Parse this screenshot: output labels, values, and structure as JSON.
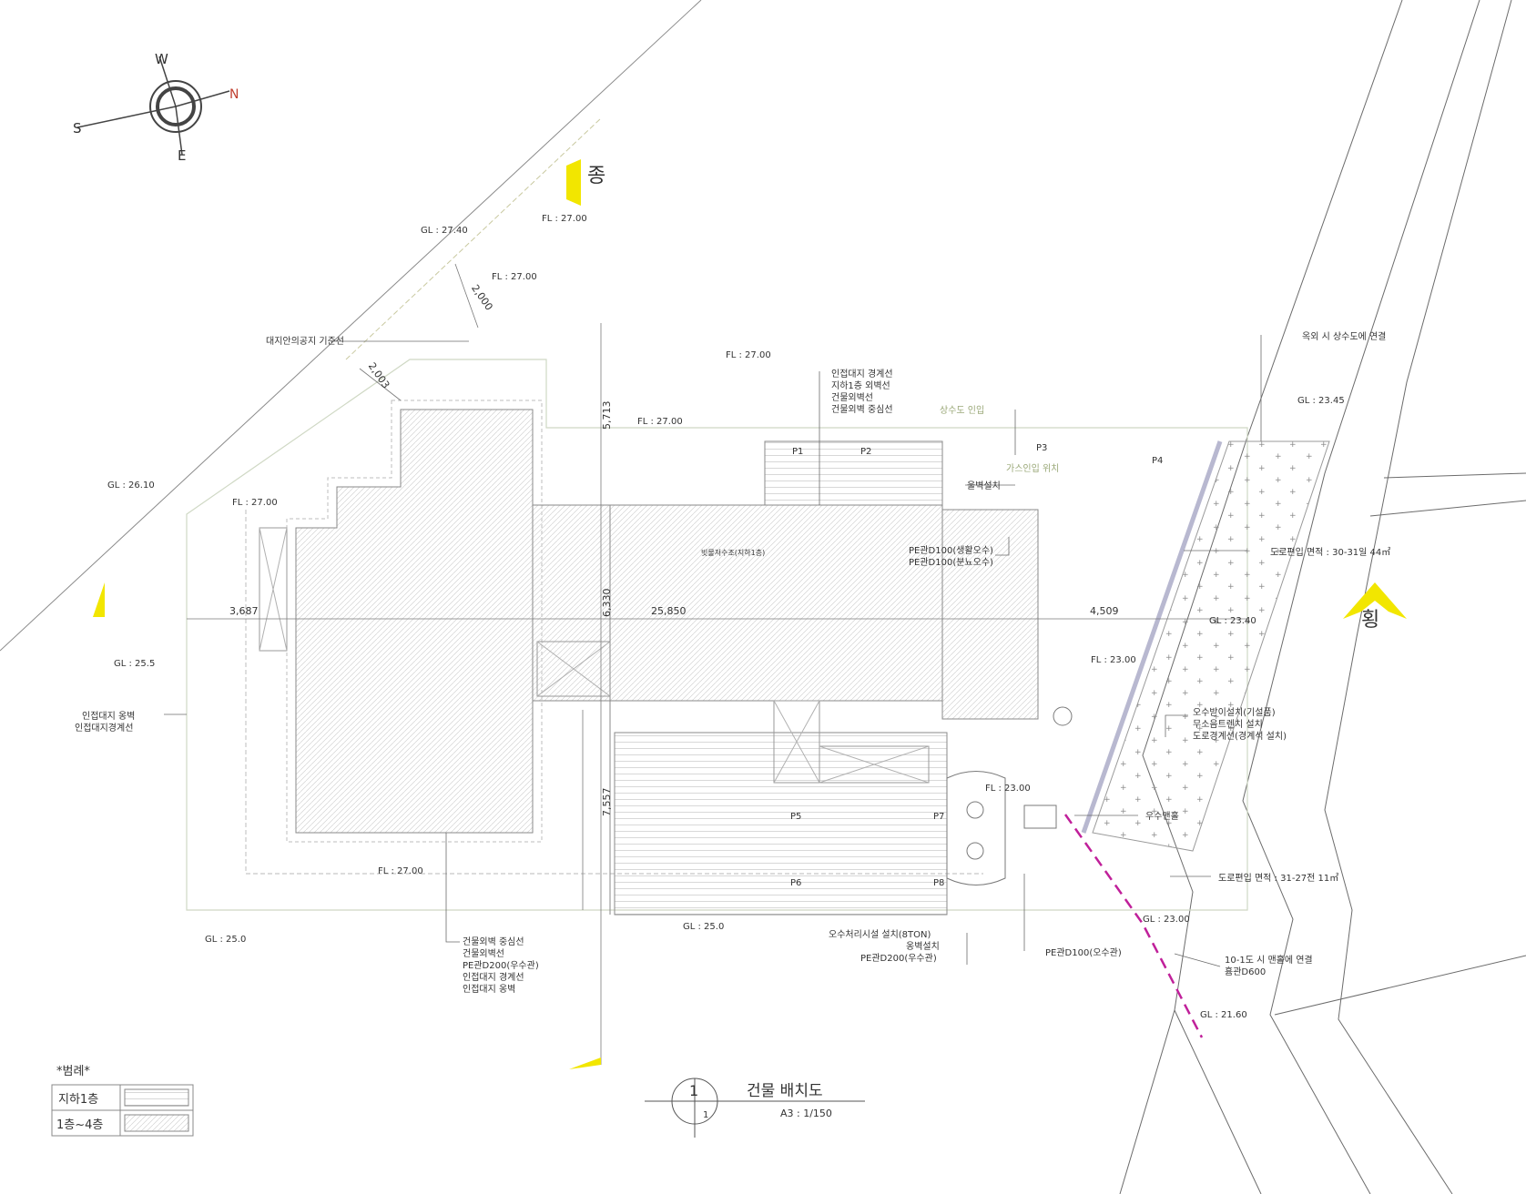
{
  "compass": {
    "n": "N",
    "s": "S",
    "e": "E",
    "w": "W"
  },
  "section_marks": {
    "vertical": "종",
    "horizontal": "횡"
  },
  "grade_labels": {
    "gl1": "GL : 27.40",
    "gl2": "GL : 26.10",
    "gl3": "GL : 25.5",
    "gl4": "GL : 25.0",
    "gl5": "GL : 25.0",
    "gl6": "GL : 23.45",
    "gl7": "GL : 23.40",
    "gl8": "GL : 23.00",
    "gl9": "GL : 21.60",
    "fl1": "FL : 27.00",
    "fl2": "FL : 27.00",
    "fl3": "FL : 27.00",
    "fl4": "FL : 27.00",
    "fl5": "FL : 27.00",
    "fl6": "FL : 27.00",
    "fl7": "FL : 23.00",
    "fl8": "FL : 23.00"
  },
  "dimensions": {
    "d2000": "2,000",
    "d2003": "2,003",
    "d5713": "5,713",
    "d3687": "3,687",
    "d6330": "6,330",
    "d25850": "25,850",
    "d4509": "4,509",
    "d7557": "7,557"
  },
  "points": {
    "p1": "P1",
    "p2": "P2",
    "p3": "P3",
    "p4": "P4",
    "p5": "P5",
    "p6": "P6",
    "p7": "P7",
    "p8": "P8"
  },
  "notes": {
    "site_boundary": "대지안의공지 기준선",
    "adjacent_1": "인접대지 경계선",
    "adjacent_2": "지하1층 외벽선",
    "adjacent_3": "건물외벽선",
    "adjacent_4": "건물외벽 중심선",
    "water_meter": "상수도 인입",
    "gas_meter": "가스인입 위치",
    "fence": "울벽설치",
    "cistern": "빗물저수조(지하1층)",
    "pe_sewage": "PE관D100(생활오수)",
    "pe_waste": "PE관D100(분뇨오수)",
    "city_water": "옥외 시 상수도에 연결",
    "road_area_1": "도로편입 면적 : 30-31일 44㎡",
    "road_area_2": "도로편입 면적 : 31-27전 11㎡",
    "adj_wall": "인접대지 옹벽",
    "adj_boundary": "인접대지경계선",
    "drain_1": "오수받이설치(기설품)",
    "drain_2": "무소음트렌치 설치",
    "drain_3": "도로경계선(경계석 설치)",
    "rain_box": "우수맨홀",
    "septic_1": "오수처리시설 설치(8TON)",
    "septic_2": "옹벽설치",
    "septic_3": "PE관D200(우수관)",
    "pe_d100": "PE관D100(오수관)",
    "culvert_1": "10-1도 시 맨홀에 연결",
    "culvert_2": "흄관D600",
    "bottom_1": "건물외벽 중심선",
    "bottom_2": "건물외벽선",
    "bottom_3": "PE관D200(우수관)",
    "bottom_4": "인접대지 경계선",
    "bottom_5": "인접대지 옹벽"
  },
  "title_block": {
    "number": "1",
    "sub": "1",
    "title": "건물 배치도",
    "scale": "A3 : 1/150"
  },
  "legend": {
    "title": "*범례*",
    "row1": "지하1층",
    "row2": "1층~4층"
  },
  "colors": {
    "yellow": "#f2e600",
    "magenta": "#c0209a",
    "line": "#6b6b6b",
    "grid": "#d6d6d6",
    "faint": "#cfd8c4"
  }
}
